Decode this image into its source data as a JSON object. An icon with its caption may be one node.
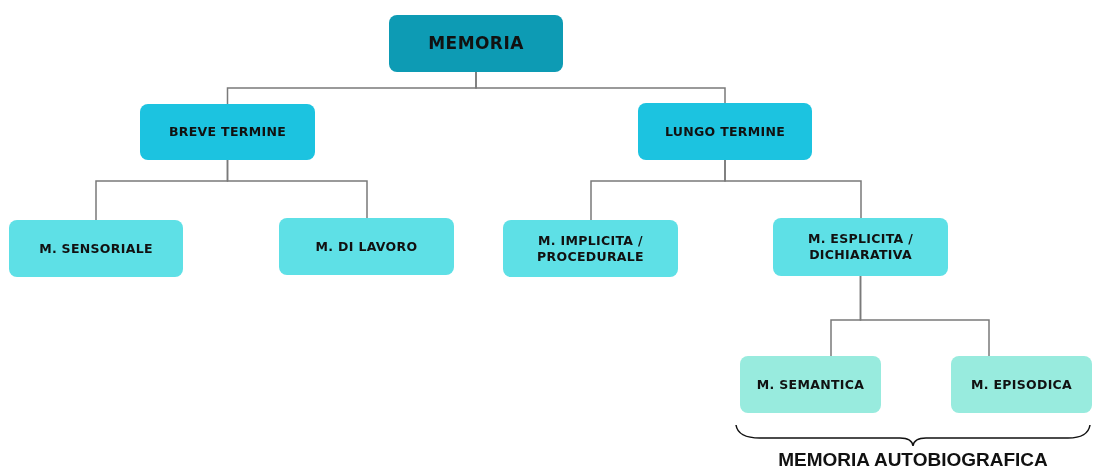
{
  "diagram": {
    "nodes": [
      {
        "text": [
          "MEMORIA"
        ]
      },
      {
        "text": [
          "BREVE TERMINE"
        ]
      },
      {
        "text": [
          "LUNGO TERMINE"
        ]
      },
      {
        "text": [
          "M. SENSORIALE"
        ]
      },
      {
        "text": [
          "M. DI LAVORO"
        ]
      },
      {
        "text": [
          "M. IMPLICITA / PROCEDURALE"
        ]
      },
      {
        "text": [
          "M. ESPLICITA / DICHIARATIVA"
        ]
      },
      {
        "text": [
          "M. SEMANTICA"
        ]
      },
      {
        "text": [
          "M. EPISODICA"
        ]
      }
    ],
    "edges": [
      {
        "from": 0,
        "to": 1,
        "arrow": "none"
      },
      {
        "from": 0,
        "to": 2,
        "arrow": "none"
      },
      {
        "from": 1,
        "to": 3,
        "arrow": "none"
      },
      {
        "from": 1,
        "to": 4,
        "arrow": "none"
      },
      {
        "from": 2,
        "to": 5,
        "arrow": "none"
      },
      {
        "from": 2,
        "to": 6,
        "arrow": "none"
      },
      {
        "from": 6,
        "to": 7,
        "arrow": "none"
      },
      {
        "from": 6,
        "to": 8,
        "arrow": "none"
      }
    ],
    "labels": [
      "MEMORIA AUTOBIOGRAFICA"
    ]
  }
}
